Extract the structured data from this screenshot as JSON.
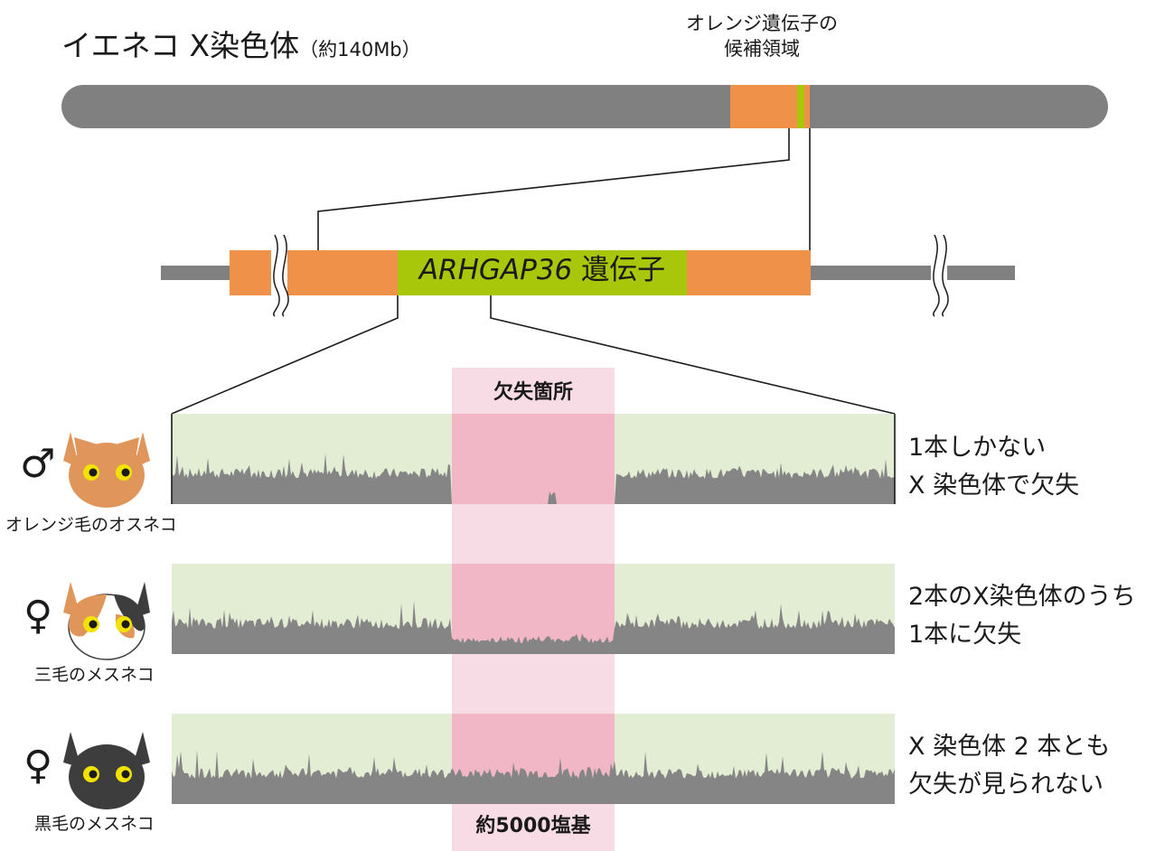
{
  "title": {
    "main": "イエネコ X染色体",
    "size_note": "（約140Mb）"
  },
  "candidate_label": {
    "line1": "オレンジ遺伝子の",
    "line2": "候補領域"
  },
  "gene": {
    "name": "ARHGAP36",
    "suffix": "遺伝子"
  },
  "deletion": {
    "top_label": "欠失箇所",
    "bottom_label": "約5000塩基"
  },
  "rows": [
    {
      "sex_symbol": "♂",
      "cat_caption": "オレンジ毛のオスネコ",
      "desc_line1": "1本しかない",
      "desc_line2": "X 染色体で欠失",
      "coverage_in_deletion": "none"
    },
    {
      "sex_symbol": "♀",
      "cat_caption": "三毛のメスネコ",
      "desc_line1": "2本のX染色体のうち",
      "desc_line2": "1本に欠失",
      "coverage_in_deletion": "half"
    },
    {
      "sex_symbol": "♀",
      "cat_caption": "黒毛のメスネコ",
      "desc_line1": "X 染色体 2 本とも",
      "desc_line2": "欠失が見られない",
      "coverage_in_deletion": "full"
    }
  ],
  "colors": {
    "chromosome": "#808080",
    "candidate_region": "#F0914A",
    "gene": "#A8C70A",
    "coverage_bg": "#E2EDD3",
    "coverage_fill": "#858585",
    "deletion_band": "#F8DCE5",
    "deletion_overlay": "#F1B7C6",
    "cat_orange": "#E0965A",
    "cat_black": "#3D3D3D",
    "eye": "#F2E200"
  }
}
